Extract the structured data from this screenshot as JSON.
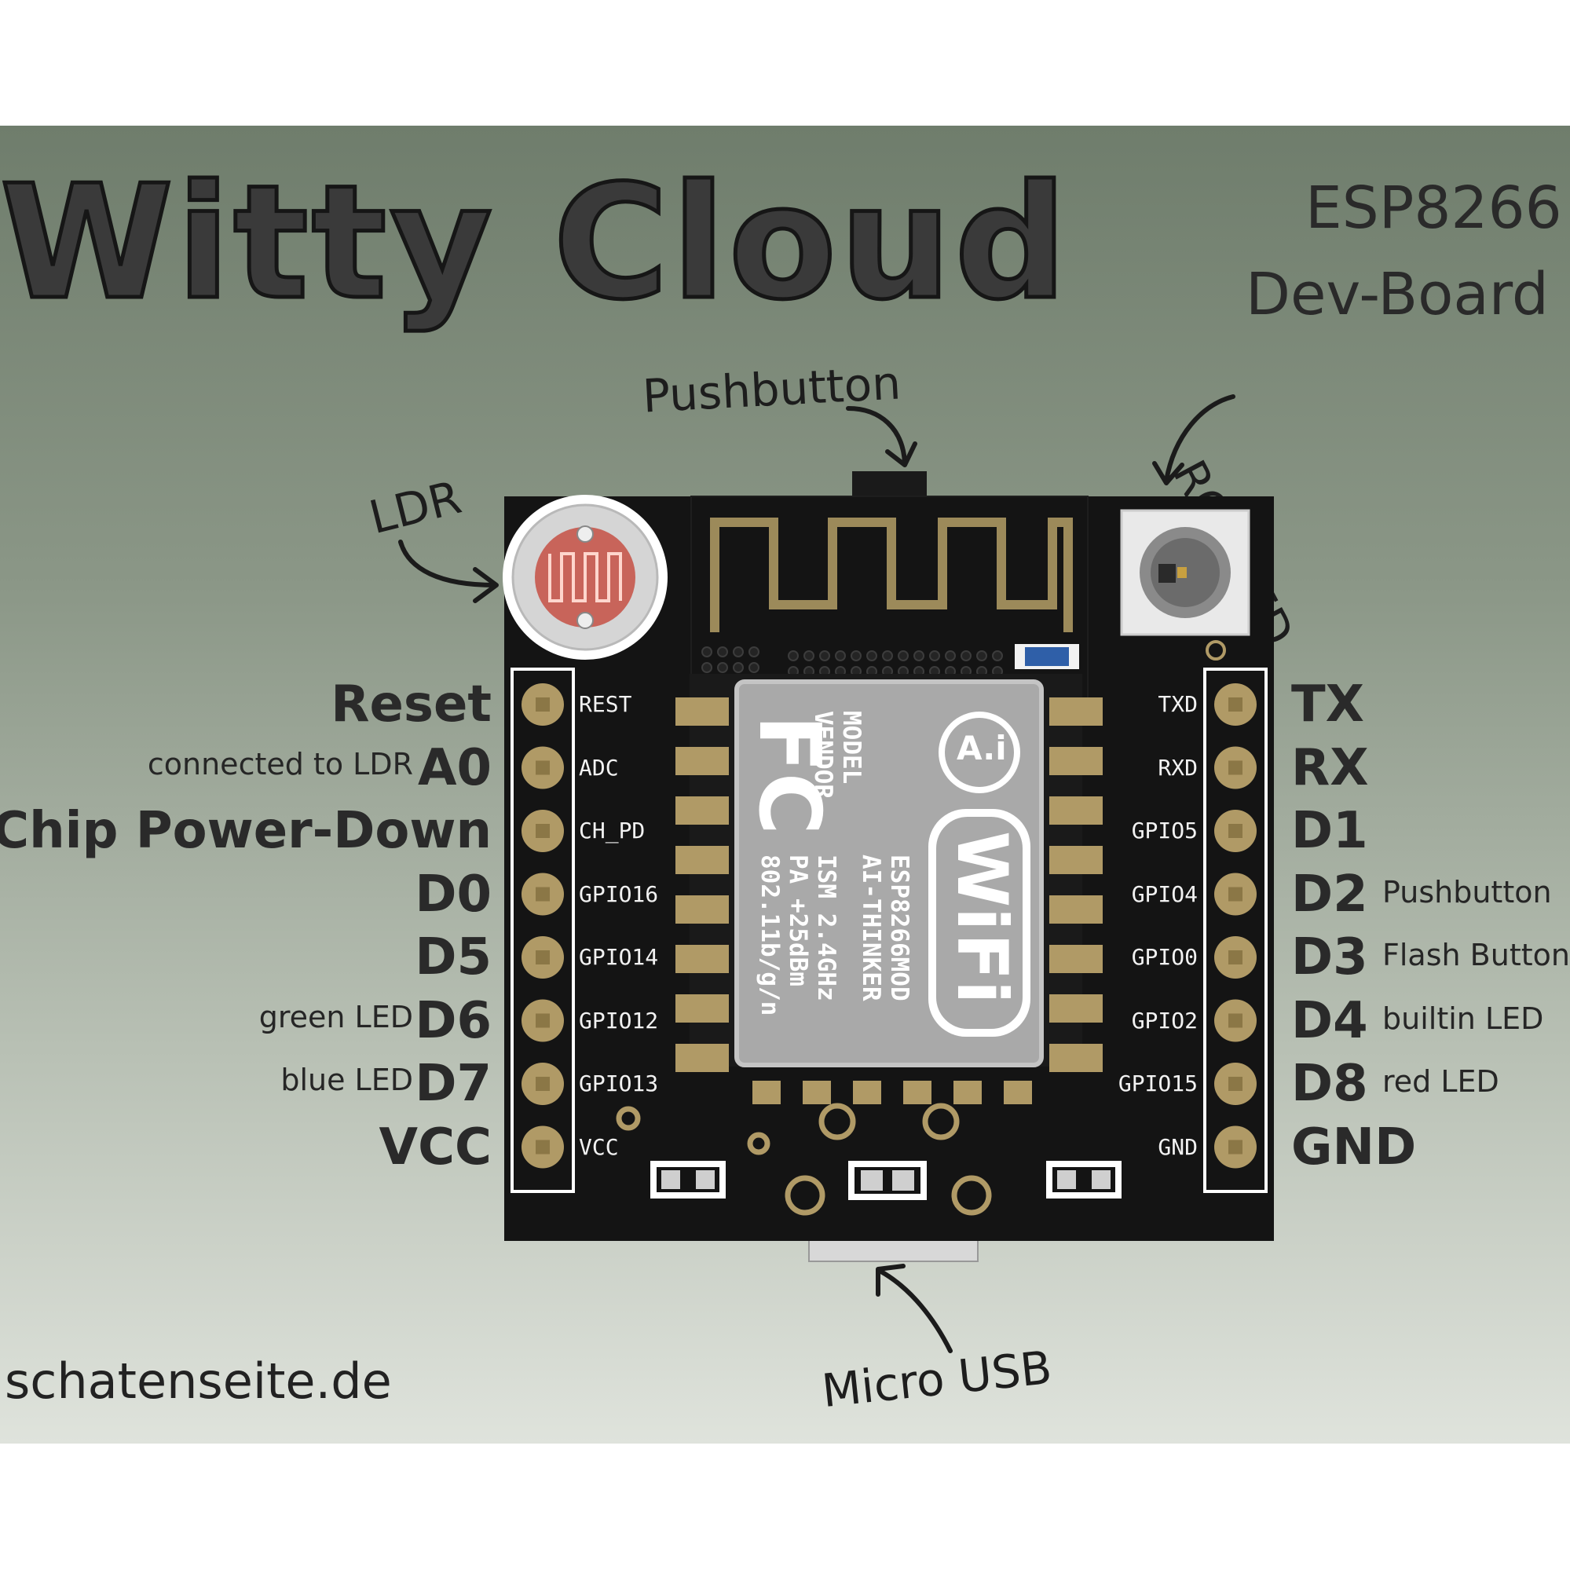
{
  "title": "Witty Cloud",
  "subtitle_line1": "ESP8266",
  "subtitle_line2": "Dev-Board",
  "callouts": {
    "pushbutton": "Pushbutton",
    "rgb_led": "RGB LED",
    "ldr": "LDR",
    "micro_usb": "Micro USB"
  },
  "website": "schatenseite.de",
  "left_pins": [
    {
      "pin": "REST",
      "label": "Reset",
      "note": ""
    },
    {
      "pin": "ADC",
      "label": "A0",
      "note": "connected to LDR"
    },
    {
      "pin": "CH_PD",
      "label": "Chip Power-Down",
      "note": ""
    },
    {
      "pin": "GPIO16",
      "label": "D0",
      "note": ""
    },
    {
      "pin": "GPIO14",
      "label": "D5",
      "note": ""
    },
    {
      "pin": "GPIO12",
      "label": "D6",
      "note": "green LED"
    },
    {
      "pin": "GPIO13",
      "label": "D7",
      "note": "blue LED"
    },
    {
      "pin": "VCC",
      "label": "VCC",
      "note": ""
    }
  ],
  "right_pins": [
    {
      "pin": "TXD",
      "label": "TX",
      "note": ""
    },
    {
      "pin": "RXD",
      "label": "RX",
      "note": ""
    },
    {
      "pin": "GPIO5",
      "label": "D1",
      "note": ""
    },
    {
      "pin": "GPIO4",
      "label": "D2",
      "note": "Pushbutton"
    },
    {
      "pin": "GPIO0",
      "label": "D3",
      "note": "Flash Button"
    },
    {
      "pin": "GPIO2",
      "label": "D4",
      "note": "builtin LED"
    },
    {
      "pin": "GPIO15",
      "label": "D8",
      "note": "red LED"
    },
    {
      "pin": "GND",
      "label": "GND",
      "note": ""
    }
  ],
  "module": {
    "line1": "MODEL",
    "line2": "VENDOR",
    "line3": "ESP8266MOD",
    "line4": "AI-THINKER",
    "line5": "ISM  2.4GHz",
    "line6": "PA   +25dBm",
    "line7": "802.11b/g/n",
    "fc": "FC",
    "ai": "A.i",
    "wifi_top": "Wi",
    "wifi_bottom": "Fi"
  },
  "colors": {
    "pcb": "#141414",
    "gold": "#b09a66",
    "shield": "#a9a9a9",
    "ldr": "#c8645a"
  }
}
